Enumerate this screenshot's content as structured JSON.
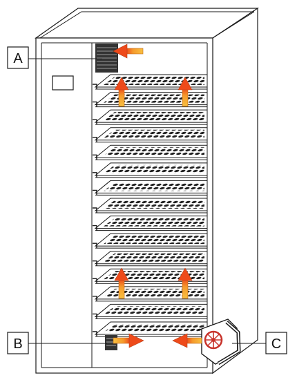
{
  "callouts": [
    {
      "id": "A",
      "label": "A"
    },
    {
      "id": "B",
      "label": "B"
    },
    {
      "id": "C",
      "label": "C"
    }
  ],
  "shelf_count": 15,
  "colors": {
    "outline": "#1a1a1a",
    "cabinet_fill": "#ffffff",
    "hole": "#222222",
    "arrow_head": "#f0501c",
    "arrow_shaft": "#f6b13a",
    "fan_rim": "#c8332b"
  }
}
